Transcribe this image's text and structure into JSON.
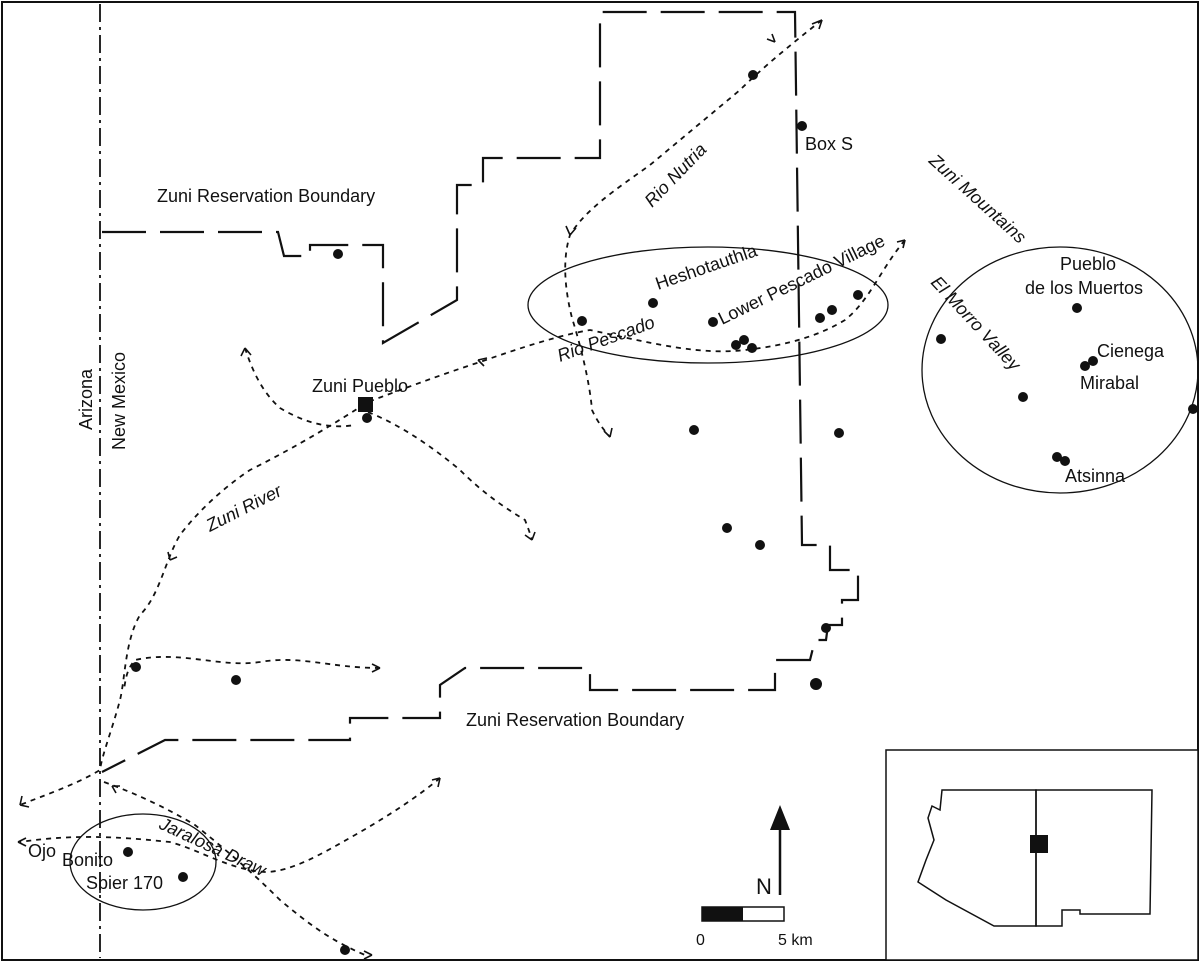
{
  "map": {
    "state_labels": {
      "arizona": "Arizona",
      "new_mexico": "New Mexico"
    },
    "boundary_labels": {
      "north": "Zuni Reservation Boundary",
      "south": "Zuni Reservation Boundary"
    },
    "rivers": {
      "zuni_river": "Zuni River",
      "rio_nutria": "Rio Nutria",
      "rio_pescado": "Rio Pescado",
      "jaralosa_draw": "Jaralosa Draw"
    },
    "physiography": {
      "zuni_mountains": "Zuni Mountains",
      "el_morro_valley": "El Morro Valley"
    },
    "sites": {
      "zuni_pueblo": "Zuni Pueblo",
      "box_s": "Box S",
      "heshotauthla": "Heshotauthla",
      "lower_pescado_village": "Lower Pescado Village",
      "pueblo_de_los_muertos_1": "Pueblo",
      "pueblo_de_los_muertos_2": "de los Muertos",
      "cienega": "Cienega",
      "mirabal": "Mirabal",
      "atsinna": "Atsinna",
      "ojo": "Ojo",
      "bonito": "Bonito",
      "spier_170": "Spier 170"
    },
    "scale_bar": {
      "start": "0",
      "end": "5 km"
    },
    "north_arrow": {
      "label": "N"
    },
    "colors": {
      "ink": "#111111",
      "paper": "#ffffff"
    },
    "icons": [
      "north-arrow-icon",
      "site-dot-icon",
      "pueblo-square-icon",
      "locator-square-icon"
    ]
  }
}
